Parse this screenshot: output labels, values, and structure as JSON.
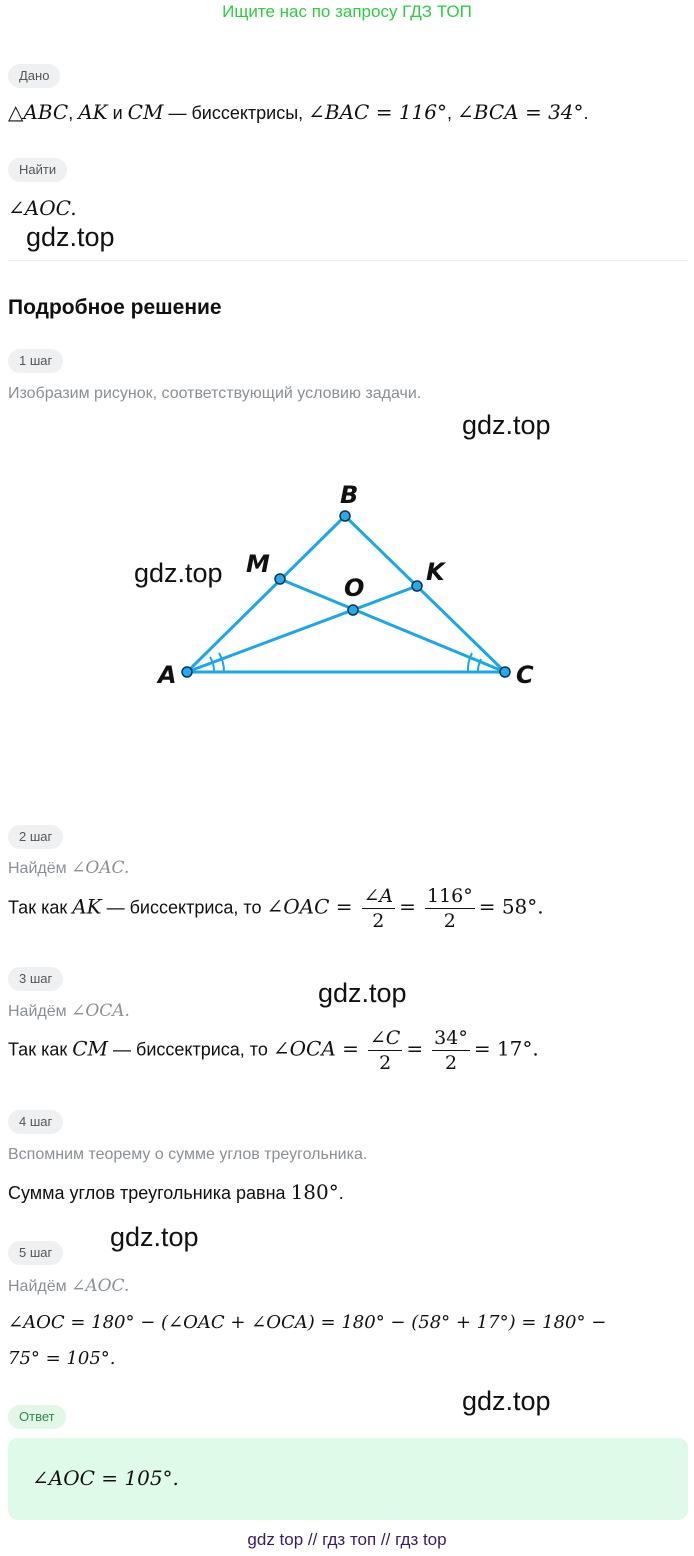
{
  "banner": "Ищите нас по запросу ГДЗ ТОП",
  "given": {
    "label": "Дано",
    "triangle": "△ABC",
    "sep1": ", ",
    "seg1": "AK",
    "and": " и ",
    "seg2": "CM",
    "dash_text": " — биссектрисы, ",
    "angle1": "∠BAC = 116°",
    "sep2": ",  ",
    "angle2": "∠BCA = 34°",
    "end": "."
  },
  "find": {
    "label": "Найти",
    "target": "∠AOC."
  },
  "watermark": "gdz.top",
  "solution_title": "Подробное решение",
  "steps": [
    {
      "label": "1 шаг",
      "text": "Изобразим рисунок, соответствующий условию задачи."
    },
    {
      "label": "2 шаг",
      "caption": "Найдём ",
      "caption_math": "∠OAC.",
      "lead": "Так как ",
      "seg": "AK",
      "mid": " — биссектриса, то ",
      "lhs": "∠OAC =",
      "f1_num": "∠A",
      "f1_den": "2",
      "eq": "=",
      "f2_num": "116°",
      "f2_den": "2",
      "rhs": "= 58°."
    },
    {
      "label": "3 шаг",
      "caption": "Найдём ",
      "caption_math": "∠OCA.",
      "lead": "Так как ",
      "seg": "CM",
      "mid": " — биссектриса, то ",
      "lhs": "∠OCA =",
      "f1_num": "∠C",
      "f1_den": "2",
      "eq": "=",
      "f2_num": "34°",
      "f2_den": "2",
      "rhs": "= 17°."
    },
    {
      "label": "4 шаг",
      "caption": "Вспомним теорему о сумме углов треугольника.",
      "text": "Сумма углов треугольника равна ",
      "value": "180°",
      "end": "."
    },
    {
      "label": "5 шаг",
      "caption": "Найдём ",
      "caption_math": "∠AOC.",
      "line1": "∠AOC = 180° − (∠OAC + ∠OCA) = 180° − (58° + 17°) = 180° −",
      "line2": "75° = 105°."
    }
  ],
  "answer": {
    "label": "Ответ",
    "text": "∠AOC = 105°."
  },
  "diagram": {
    "labels": {
      "A": "A",
      "B": "B",
      "C": "C",
      "M": "M",
      "K": "K",
      "O": "O"
    },
    "color": "#1aa7e6"
  },
  "footer": "gdz top  //  гдз топ  //  гдз top"
}
